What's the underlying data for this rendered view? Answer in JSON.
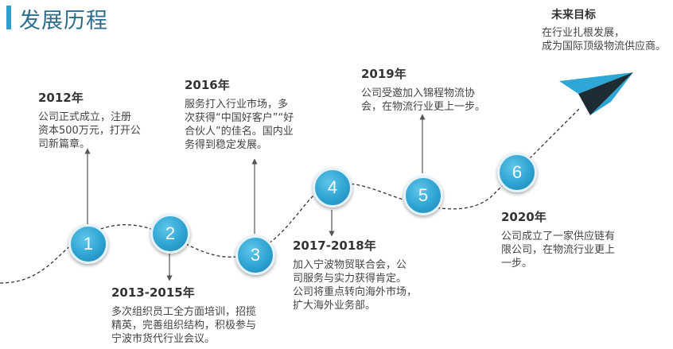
{
  "title": "发展历程",
  "milestones": [
    {
      "num": "1",
      "year": "2012年",
      "desc": [
        "公司正式成立，注册",
        "资本500万元，打开公",
        "司新篇章。"
      ]
    },
    {
      "num": "2",
      "year": "2013-2015年",
      "desc": [
        "多次组织员工全方面培训，招揽",
        "精英，完善组织结构，积极参与",
        "宁波市货代行业会议。"
      ]
    },
    {
      "num": "3",
      "year": "2016年",
      "desc": [
        "服务打入行业市场，多",
        "次获得“中国好客户”“好",
        "合伙人”的佳名。国内业",
        "务得到稳定发展。"
      ]
    },
    {
      "num": "4",
      "year": "2017-2018年",
      "desc": [
        "加入宁波物贸联合会，公",
        "司服务与实力获得肯定。",
        "公司将重点转向海外市场，",
        "扩大海外业务部。"
      ]
    },
    {
      "num": "5",
      "year": "2019年",
      "desc": [
        "公司受邀加入锦程物流协",
        "会，在物流行业更上一步。"
      ]
    },
    {
      "num": "6",
      "year": "2020年",
      "desc": [
        "公司成立了一家供应链有",
        "限公司，在物流行业更上",
        "一步。"
      ]
    }
  ],
  "goal": {
    "title": "未来目标",
    "desc": [
      "在行业扎根发展，",
      "成为国际顶级物流供应商。"
    ]
  },
  "colors": {
    "accent": "#2f9fd0",
    "title": "#2d6e8e",
    "circle": "#2ea3d2",
    "plane_light": "#2fa7d6",
    "plane_dark": "#1d2b33"
  },
  "icons": {
    "plane": "paper-plane-icon"
  }
}
